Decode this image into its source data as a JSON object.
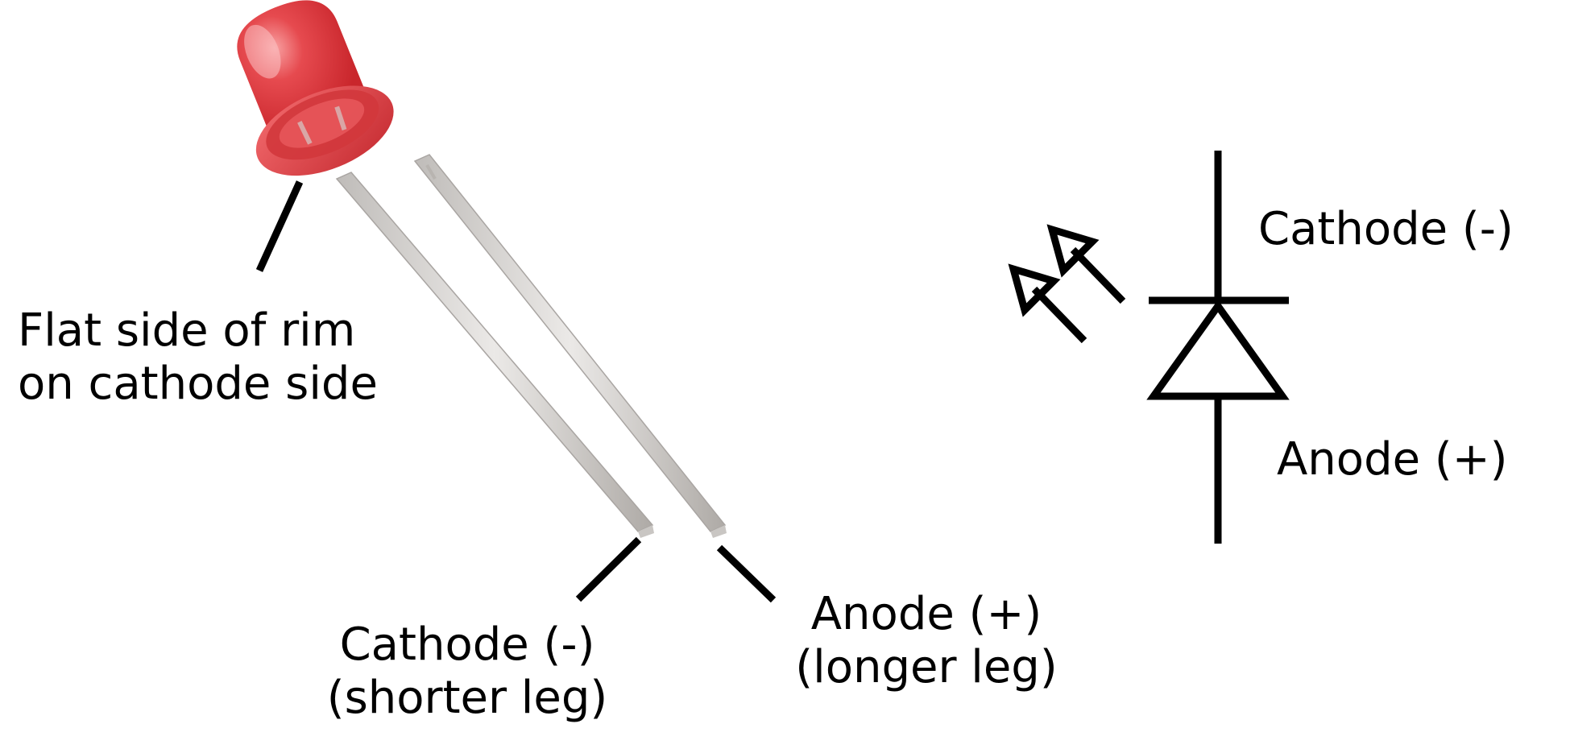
{
  "colors": {
    "led_body": "#e0373c",
    "led_highlight": "#f47a7c",
    "led_shadow": "#b51f25",
    "lead_metal": "#d7d4d2",
    "lead_edge": "#a9a5a2",
    "ink": "#000000",
    "background": "#ffffff"
  },
  "labels": {
    "flat_side": [
      "Flat side of rim",
      "on cathode side"
    ],
    "cathode_leg": [
      "Cathode (-)",
      "(shorter leg)"
    ],
    "anode_leg": [
      "Anode (+)",
      "(longer leg)"
    ],
    "symbol_cathode": "Cathode (-)",
    "symbol_anode": "Anode (+)"
  },
  "icons": {
    "led_photo": "red-led-icon",
    "led_symbol": "led-schematic-symbol-icon",
    "light_arrows": "emitted-light-arrows-icon"
  }
}
